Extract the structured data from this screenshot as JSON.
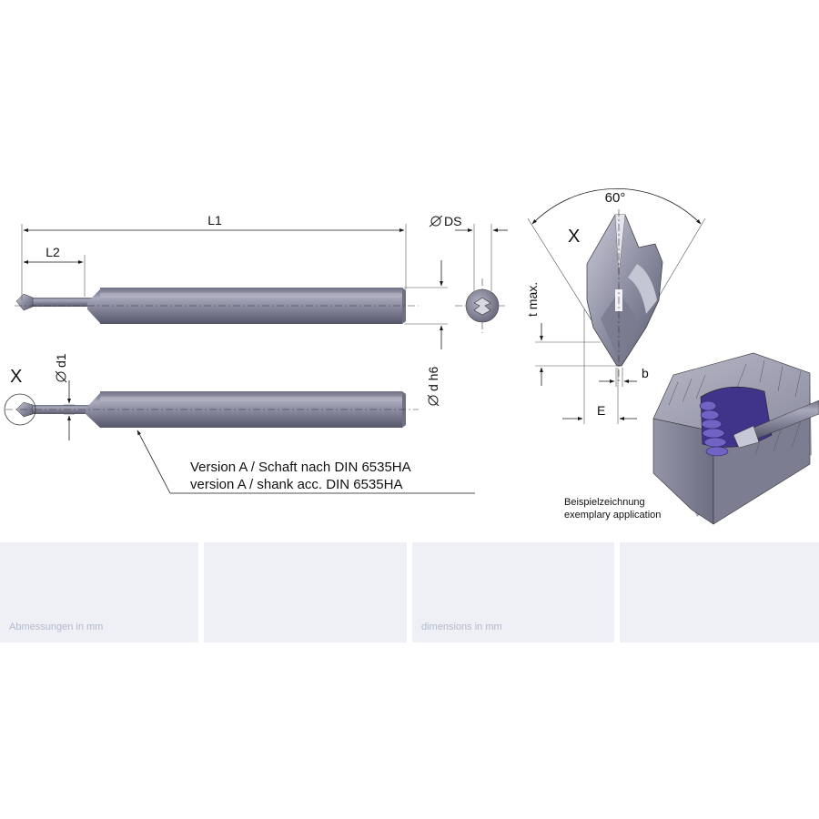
{
  "labels": {
    "L1": "L1",
    "L2": "L2",
    "DS": "DS",
    "d1": "d1",
    "dh6": "d h6",
    "X_top": "X",
    "X_left": "X",
    "angle": "60°",
    "tmax": "t max.",
    "b": "b",
    "E": "E"
  },
  "version_note": {
    "line1": "Version A / Schaft nach DIN 6535HA",
    "line2": "version A / shank acc. DIN 6535HA"
  },
  "example": {
    "line1": "Beispielzeichnung",
    "line2": "exemplary application"
  },
  "panels": [
    {
      "label": "Abmessungen in mm"
    },
    {
      "label": ""
    },
    {
      "label": "dimensions in mm"
    },
    {
      "label": ""
    }
  ],
  "colors": {
    "tool_metal": "#8f90a4",
    "tool_dark": "#5e5f74",
    "tool_light": "#c8c9d6",
    "workpiece": "#9d9fb2",
    "thread_purple": "#4b3e9a",
    "panel_bg": "#eef0f6",
    "panel_text": "#b3b9cc"
  }
}
